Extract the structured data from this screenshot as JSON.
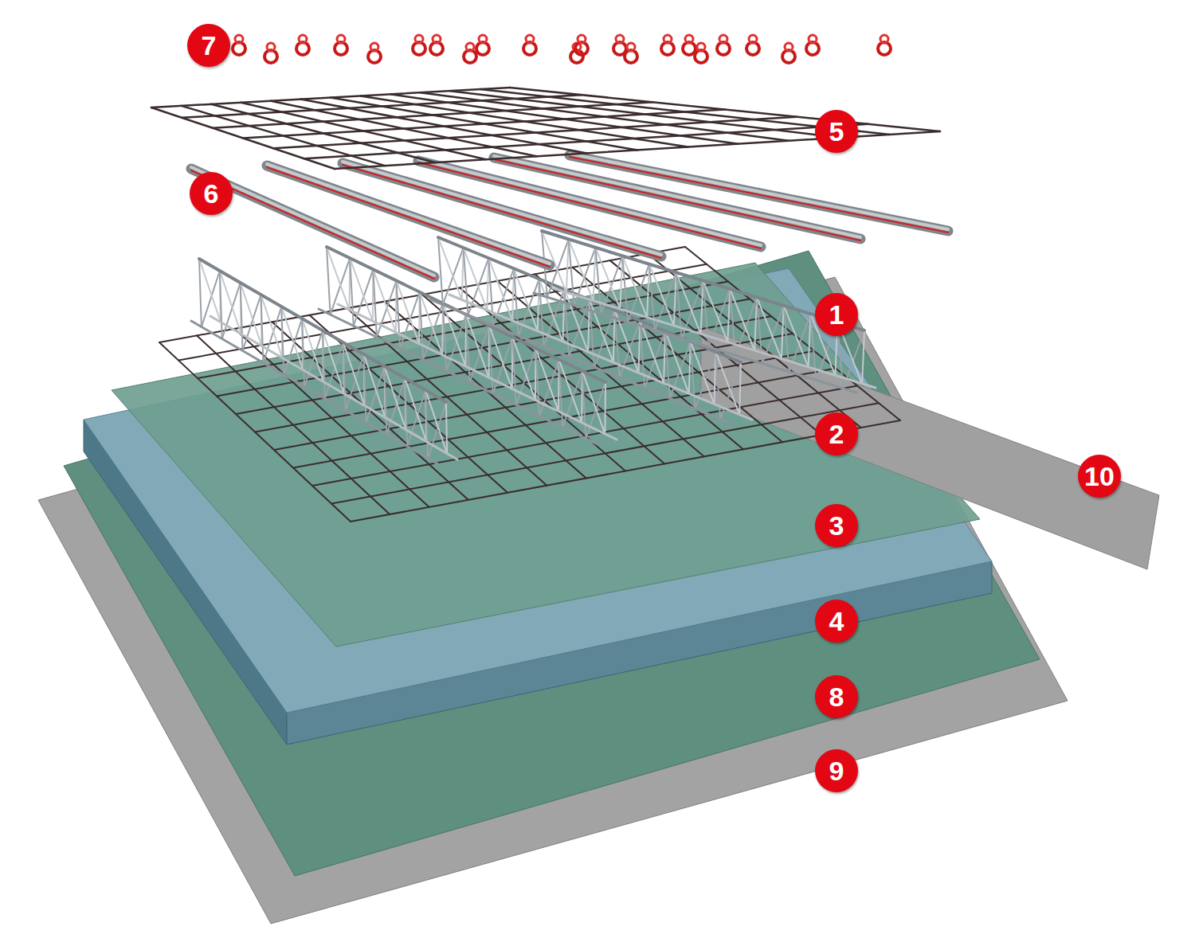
{
  "diagram": {
    "labels": [
      "7",
      "5",
      "6",
      "1",
      "2",
      "10",
      "3",
      "4",
      "8",
      "9"
    ]
  }
}
